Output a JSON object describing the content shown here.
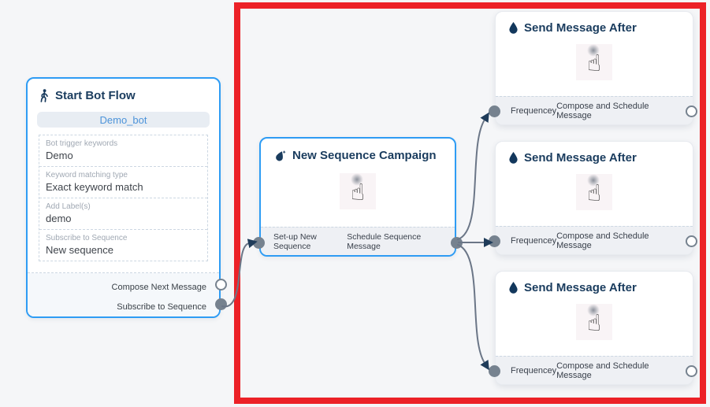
{
  "colors": {
    "canvas_bg": "#f5f6f8",
    "highlight": "#ec2127",
    "node_border_blue": "#2e9cf4",
    "title": "#1a3c5e",
    "edge": "#6b7687",
    "port": "#76828f",
    "accent_text": "#4d94da",
    "label_gray": "#a0a8b3",
    "value_dark": "#3f444b",
    "footer_bg": "#eef0f4",
    "card_border": "#e7eaef",
    "arrow": "#1f3c5a"
  },
  "icons": {
    "start": "walking-person-icon",
    "campaign": "ink-drop-icon",
    "send": "water-drop-icon",
    "tap_cursor_glyph": "☝"
  },
  "nodes": {
    "start_bot_flow": {
      "title": "Start Bot Flow",
      "button_label": "Demo_bot",
      "fields": [
        {
          "label": "Bot trigger keywords",
          "value": "Demo"
        },
        {
          "label": "Keyword matching type",
          "value": "Exact keyword match"
        },
        {
          "label": "Add Label(s)",
          "value": "demo"
        },
        {
          "label": "Subscribe to Sequence",
          "value": "New sequence"
        }
      ],
      "outputs": [
        {
          "label": "Compose Next Message",
          "port_style": "hollow"
        },
        {
          "label": "Subscribe to Sequence",
          "port_style": "filled"
        }
      ]
    },
    "new_sequence_campaign": {
      "title": "New Sequence Campaign",
      "input_label": "Set-up New Sequence",
      "output_label": "Schedule Sequence Message"
    },
    "send_message_after": {
      "title": "Send Message After",
      "input_label": "Frequencey",
      "output_label": "Compose and Schedule Message",
      "instance_count": 3
    }
  }
}
